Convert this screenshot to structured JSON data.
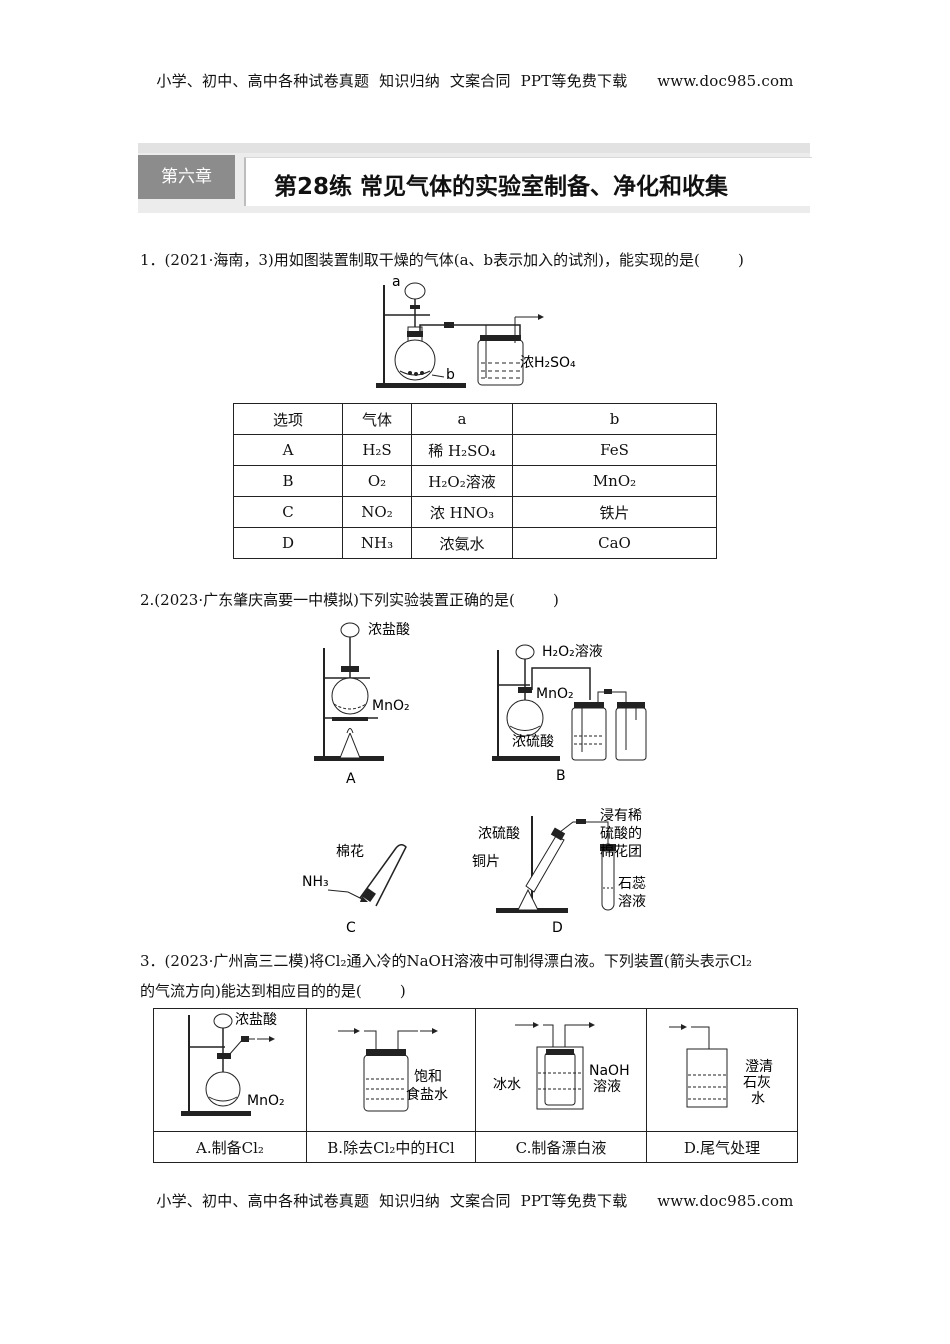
{
  "header": {
    "text": "小学、初中、高中各种试卷真题  知识归纳  文案合同  PPT等免费下载      www.doc985.com"
  },
  "footer": {
    "text": "小学、初中、高中各种试卷真题  知识归纳  文案合同  PPT等免费下载      www.doc985.com"
  },
  "banner": {
    "chapter": "第六章",
    "title": "第28练   常见气体的实验室制备、净化和收集"
  },
  "q1": {
    "stem": "1．(2021·海南，3)用如图装置制取干燥的气体(a、b表示加入的试剂)，能实现的是(        )",
    "figure": {
      "label_a": "a",
      "label_b": "b",
      "label_acid": "浓H₂SO₄"
    },
    "table": {
      "headers": [
        "选项",
        "气体",
        "a",
        "b"
      ],
      "rows": [
        [
          "A",
          "H₂S",
          "稀 H₂SO₄",
          "FeS"
        ],
        [
          "B",
          "O₂",
          "H₂O₂溶液",
          "MnO₂"
        ],
        [
          "C",
          "NO₂",
          "浓 HNO₃",
          "铁片"
        ],
        [
          "D",
          "NH₃",
          "浓氨水",
          "CaO"
        ]
      ]
    }
  },
  "q2": {
    "stem": "2.(2023·广东肇庆高要一中模拟)下列实验装置正确的是(        )",
    "figA": {
      "acid": "浓盐酸",
      "solid": "MnO₂",
      "letter": "A"
    },
    "figB": {
      "liquid": "H₂O₂溶液",
      "solid": "MnO₂",
      "acid": "浓硫酸",
      "letter": "B"
    },
    "figC": {
      "gas": "NH₃",
      "cotton": "棉花",
      "letter": "C"
    },
    "figD": {
      "acid": "浓硫酸",
      "metal": "铜片",
      "cotton1": "浸有稀",
      "cotton2": "硫酸的",
      "cotton3": "棉花团",
      "litmus1": "石蕊",
      "litmus2": "溶液",
      "letter": "D"
    }
  },
  "q3": {
    "line1": "3．(2023·广州高三二模)将Cl₂通入冷的NaOH溶液中可制得漂白液。下列装置(箭头表示Cl₂",
    "line2": "的气流方向)能达到相应目的的是(        )",
    "fig": {
      "a_acid": "浓盐酸",
      "a_solid": "MnO₂",
      "b_l1": "饱和",
      "b_l2": "食盐水",
      "c_ice": "冰水",
      "c_l1": "NaOH",
      "c_l2": "溶液",
      "d_l1": "澄清",
      "d_l2": "石灰",
      "d_l3": "水"
    },
    "captions": [
      "A.制备Cl₂",
      "B.除去Cl₂中的HCl",
      "C.制备漂白液",
      "D.尾气处理"
    ]
  }
}
